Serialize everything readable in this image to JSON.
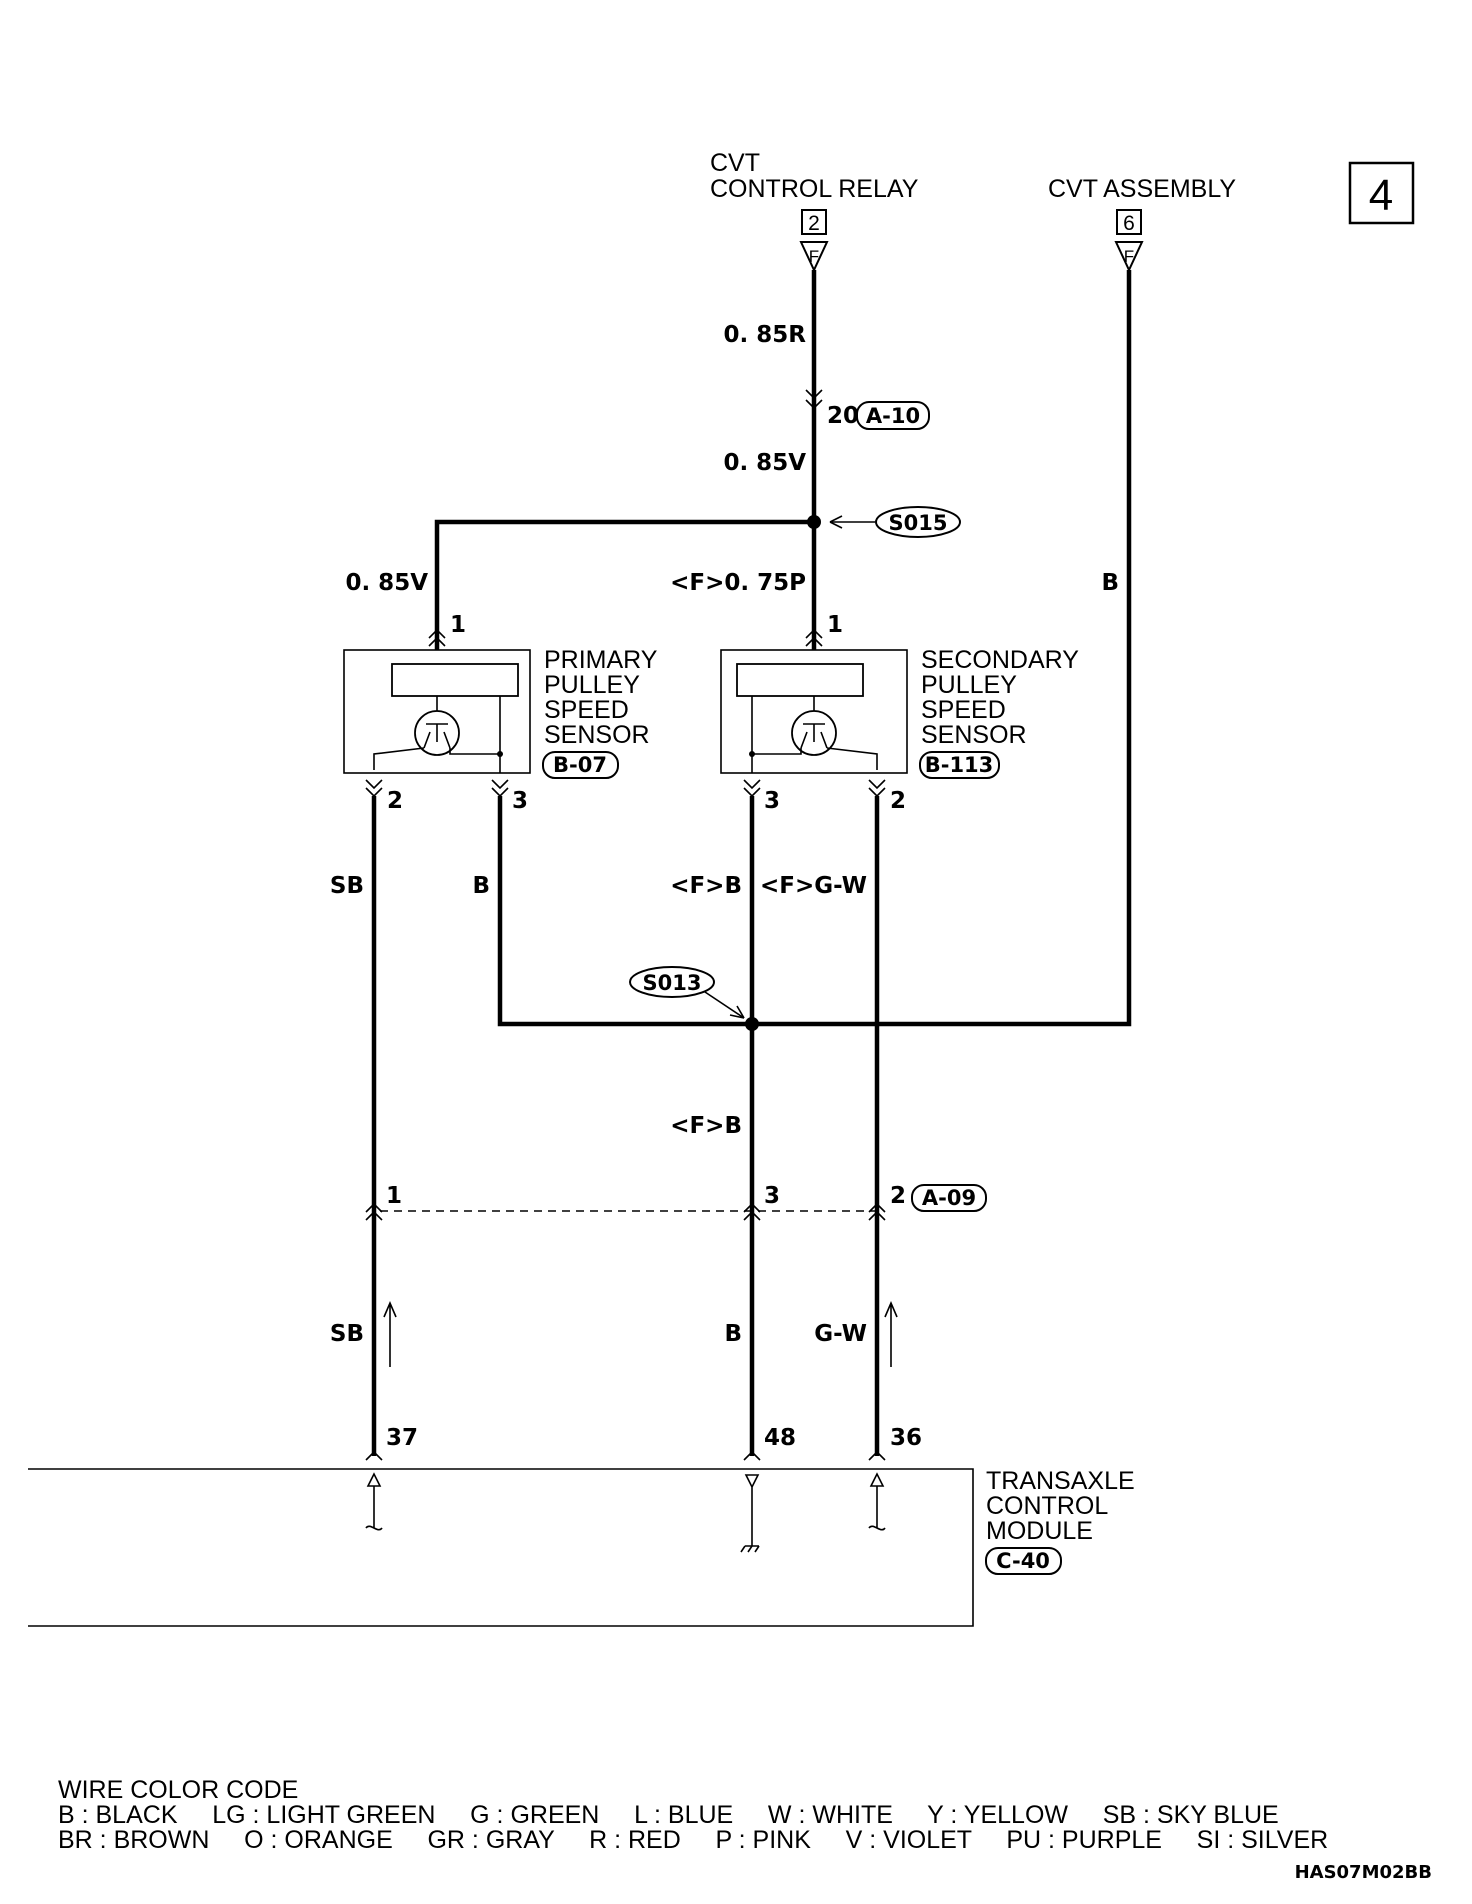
{
  "page_number": "4",
  "components": {
    "cvt_control_relay": {
      "label_line1": "CVT",
      "label_line2": "CONTROL RELAY",
      "pin": "2",
      "connector_letter": "F"
    },
    "cvt_assembly": {
      "label": "CVT ASSEMBLY",
      "pin": "6",
      "connector_letter": "F"
    },
    "primary_sensor": {
      "label_lines": [
        "PRIMARY",
        "PULLEY",
        "SPEED",
        "SENSOR"
      ],
      "connector": "B-07",
      "pins": [
        "1",
        "2",
        "3"
      ]
    },
    "secondary_sensor": {
      "label_lines": [
        "SECONDARY",
        "PULLEY",
        "SPEED",
        "SENSOR"
      ],
      "connector": "B-113",
      "pins": [
        "1",
        "3",
        "2"
      ]
    },
    "tcm": {
      "label_lines": [
        "TRANSAXLE",
        "CONTROL",
        "MODULE"
      ],
      "connector": "C-40",
      "pins": [
        "37",
        "48",
        "36"
      ]
    }
  },
  "connectors": {
    "a10": {
      "pin": "20",
      "id": "A-10"
    },
    "a09": {
      "pins": [
        "1",
        "3",
        "2"
      ],
      "id": "A-09"
    }
  },
  "splices": {
    "s015": "S015",
    "s013": "S013"
  },
  "wire_labels": {
    "relay_top": "0. 85R",
    "relay_bottom": "0. 85V",
    "primary_supply": "0. 85V",
    "secondary_supply": "<F>0. 75P",
    "cvt_ground": "B",
    "primary_pin2": "SB",
    "primary_pin3": "B",
    "secondary_pin3": "<F>B",
    "secondary_pin2": "<F>G-W",
    "ground_trunk": "<F>B",
    "tcm_sb": "SB",
    "tcm_b": "B",
    "tcm_gw": "G-W"
  },
  "color_code": {
    "title": "WIRE COLOR CODE",
    "row1": "B : BLACK     LG : LIGHT GREEN     G : GREEN     L : BLUE     W : WHITE     Y : YELLOW     SB : SKY BLUE",
    "row2": "BR : BROWN     O : ORANGE     GR : GRAY     R : RED     P : PINK     V : VIOLET     PU : PURPLE     SI : SILVER"
  },
  "figure_id": "HAS07M02BB"
}
